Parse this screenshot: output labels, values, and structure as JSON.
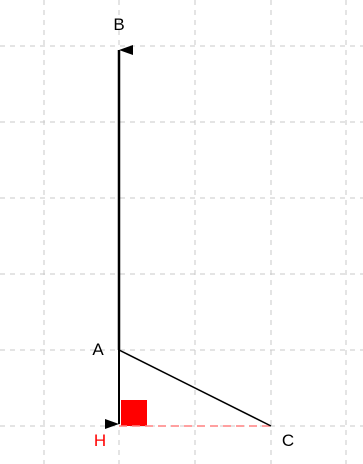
{
  "points": {
    "A": {
      "label": "A",
      "color": "#000000"
    },
    "B": {
      "label": "B",
      "color": "#000000"
    },
    "C": {
      "label": "C",
      "color": "#000000"
    },
    "H": {
      "label": "H",
      "color": "#ff0000"
    }
  },
  "colors": {
    "grid": "#c8c8c8",
    "line": "#000000",
    "altitude": "#ff8080",
    "right_angle_marker": "#ff0000"
  }
}
